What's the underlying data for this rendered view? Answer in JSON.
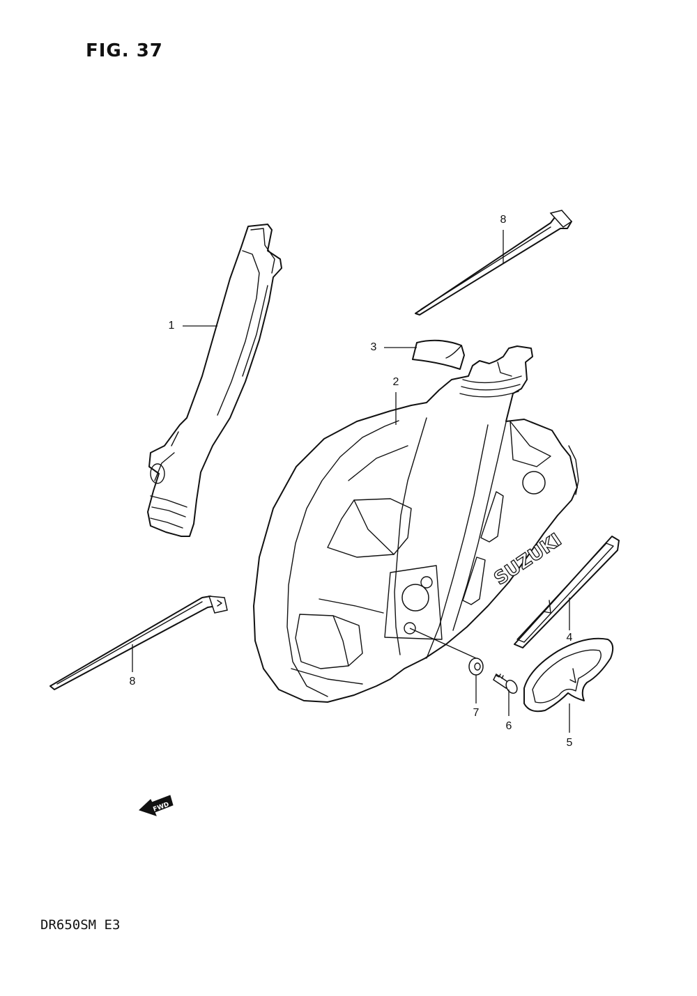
{
  "figure_title": "FIG. 37",
  "model_code": "DR650SM E3",
  "callouts": {
    "p1": "1",
    "p2": "2",
    "p3": "3",
    "p4": "4",
    "p5": "5",
    "p6": "6",
    "p7": "7",
    "p8_top": "8",
    "p8_left": "8"
  },
  "fwd_arrow_label": "FWD",
  "decal_text": "SUZUKI"
}
